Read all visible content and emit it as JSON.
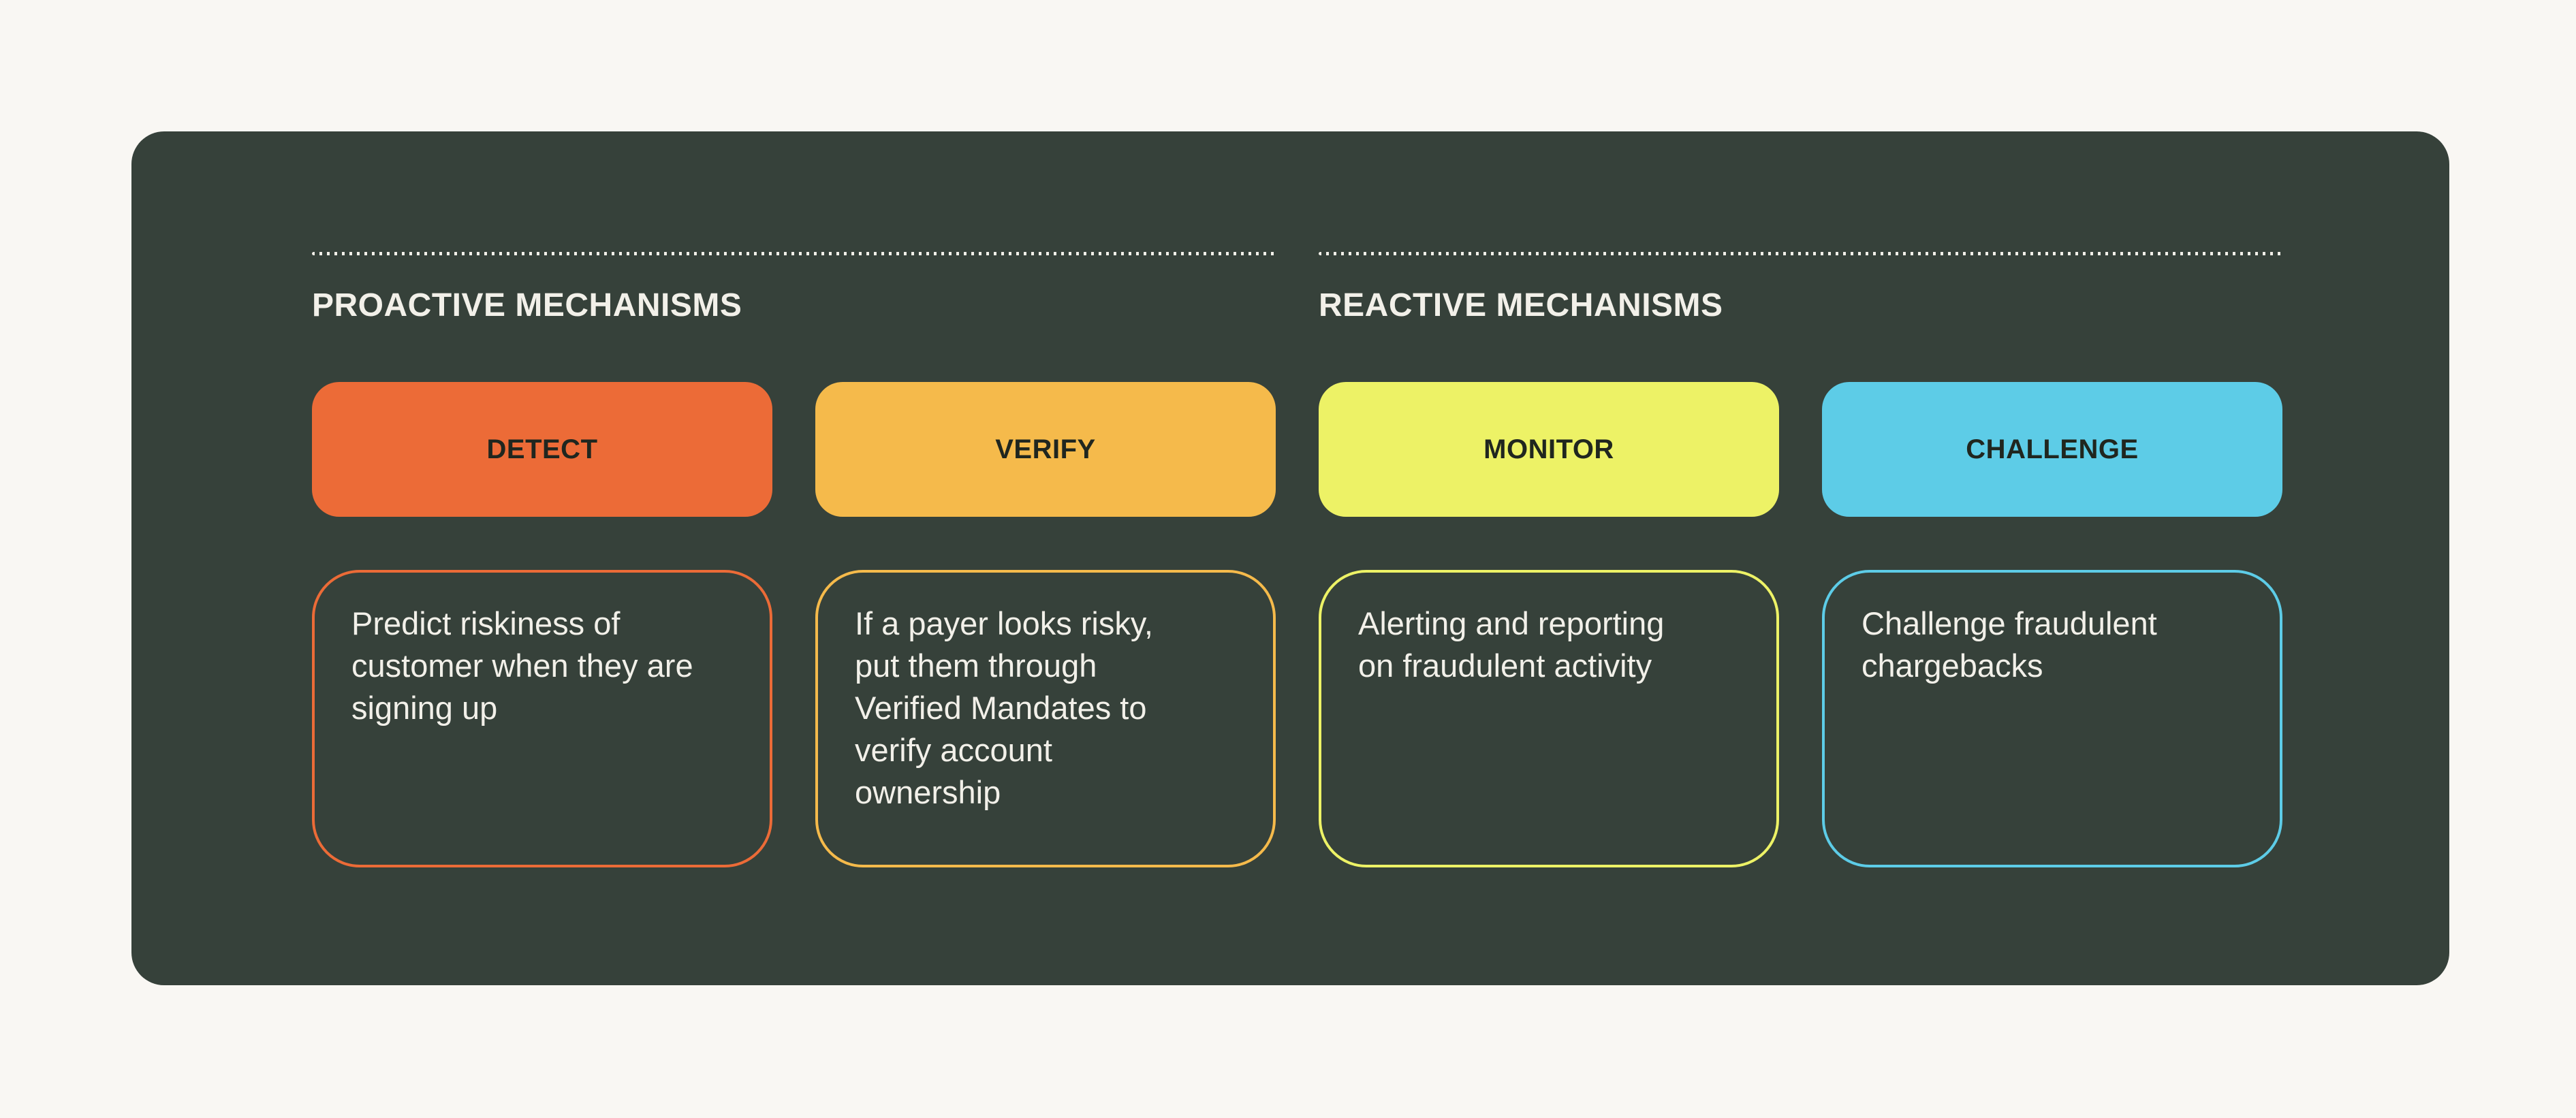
{
  "page": {
    "background": "#F9F7F3"
  },
  "panel": {
    "background": "#36413A"
  },
  "colors": {
    "text_cream": "#F2F0E9",
    "pill_label_dark": "#20261F",
    "detect_orange": "#EC6B37",
    "verify_amber": "#F5BA4B",
    "monitor_yellow": "#EDF266",
    "challenge_cyan": "#5DCCE7"
  },
  "sections": [
    {
      "label": "PROACTIVE MECHANISMS",
      "columns": [
        {
          "button": "DETECT",
          "color": "#EC6B37",
          "description": "Predict riskiness of\ncustomer when they are\nsigning up"
        },
        {
          "button": "VERIFY",
          "color": "#F5BA4B",
          "description": "If a payer looks risky,\nput them through\nVerified Mandates to\nverify account\nownership"
        }
      ]
    },
    {
      "label": "REACTIVE MECHANISMS",
      "columns": [
        {
          "button": "MONITOR",
          "color": "#EDF266",
          "description": "Alerting and reporting\non fraudulent activity"
        },
        {
          "button": "CHALLENGE",
          "color": "#5DCCE7",
          "description": "Challenge fraudulent\nchargebacks"
        }
      ]
    }
  ]
}
